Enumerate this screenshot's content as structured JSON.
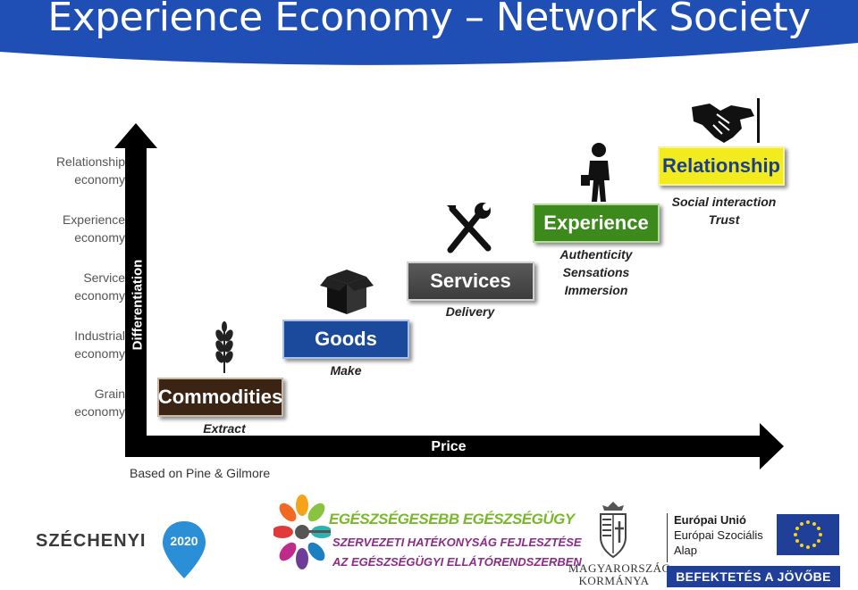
{
  "slide": {
    "title": "Experience Economy – Network Society"
  },
  "colors": {
    "header_blue": "#1f4fb5",
    "commodities": "#3b2414",
    "goods": "#1b4a9c",
    "services": "#4a4a4a",
    "experience": "#3c8a1c",
    "relationship": "#f2ec1e"
  },
  "diagram": {
    "y_axis_label": "Differentiation",
    "x_axis_label": "Price",
    "levels": [
      {
        "line1": "Relationship",
        "line2": "economy"
      },
      {
        "line1": "Experience",
        "line2": "economy"
      },
      {
        "line1": "Service",
        "line2": "economy"
      },
      {
        "line1": "Industrial",
        "line2": "economy"
      },
      {
        "line1": "Grain",
        "line2": "economy"
      }
    ],
    "stages": [
      {
        "label": "Commodities",
        "captions": [
          "Extract"
        ],
        "icon": "wheat-icon"
      },
      {
        "label": "Goods",
        "captions": [
          "Make"
        ],
        "icon": "box-icon"
      },
      {
        "label": "Services",
        "captions": [
          "Delivery"
        ],
        "icon": "tools-icon"
      },
      {
        "label": "Experience",
        "captions": [
          "Authenticity",
          "Sensations",
          "Immersion"
        ],
        "icon": "person-icon"
      },
      {
        "label": "Relationship",
        "captions": [
          "Social interaction",
          "Trust"
        ],
        "icon": "handshake-icon"
      }
    ],
    "source_note": "Based on Pine & Gilmore"
  },
  "footer": {
    "szechenyi_name": "SZÉCHENYI",
    "szechenyi_year": "2020",
    "health_title": "EGÉSZSÉGESEBB EGÉSZSÉGÜGY",
    "health_line1": "SZERVEZETI HATÉKONYSÁG FEJLESZTÉSE",
    "health_line2": "AZ EGÉSZSÉGÜGYI ELLÁTÓRENDSZERBEN",
    "gov_line1": "MAGYARORSZÁG",
    "gov_line2": "KORMÁNYA",
    "eu_union": "Európai Unió",
    "eu_fund_line1": "Európai Szociális",
    "eu_fund_line2": "Alap",
    "eu_banner": "BEFEKTETÉS A JÖVŐBE"
  }
}
